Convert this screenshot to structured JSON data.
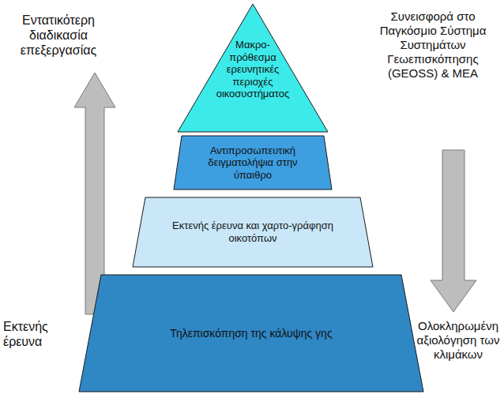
{
  "diagram": {
    "nodes": [
      {
        "text": [
          "Μακρο-πρόθεσμα ερευνητικές περιοχές οικοσυστήματος"
        ]
      },
      {
        "text": [
          "Αντιπροσωπευτική δειγματολήψια στην ύπαιθρο"
        ]
      },
      {
        "text": [
          "Εκτενής έρευνα και χαρτο-γράφηση οικοτόπων"
        ]
      },
      {
        "text": [
          "Τηλεπισκόπηση της κάλυψης γης"
        ]
      }
    ],
    "labels": [
      "Εντατικότερη διαδικασία επεξεργασίας",
      "Συνεισφορά στο Παγκόσμιο Σύστημα Συστημάτων Γεωεπισκόπησης (GEOSS) & MEA",
      "Εκτενής έρευνα",
      "Ολοκληρωμένη αξιολόγηση των κλιμάκων"
    ]
  }
}
